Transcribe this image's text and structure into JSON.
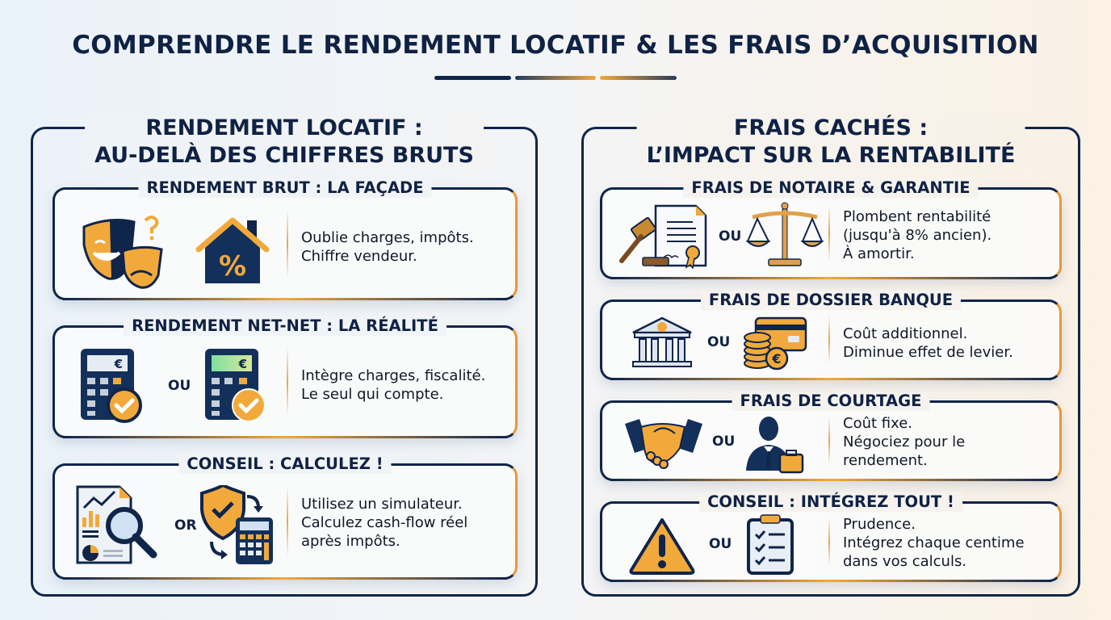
{
  "header": {
    "title": "COMPRENDRE LE RENDEMENT LOCATIF & LES FRAIS D’ACQUISITION"
  },
  "colors": {
    "navy": "#10254a",
    "orange": "#f2a93b",
    "background_left": "#eaf2f9",
    "background_right": "#fbf1e4"
  },
  "left": {
    "title_line1": "RENDEMENT LOCATIF :",
    "title_line2": "AU-DELÀ DES CHIFFRES BRUTS",
    "cards": [
      {
        "title": "RENDEMENT BRUT : LA FAÇADE",
        "icons": [
          "theater-masks-icon",
          "house-percent-icon"
        ],
        "separator": "",
        "lines": [
          "Oublie charges, impôts.",
          "Chiffre vendeur."
        ]
      },
      {
        "title": "RENDEMENT NET-NET : LA RÉALITÉ",
        "icons": [
          "calculator-check-icon",
          "calculator-check-green-icon"
        ],
        "separator": "OU",
        "lines": [
          "Intègre charges, fiscalité.",
          "Le seul qui compte."
        ]
      },
      {
        "title": "CONSEIL : CALCULEZ !",
        "icons": [
          "report-magnifier-icon",
          "shield-calculator-icon"
        ],
        "separator": "OR",
        "lines": [
          "Utilisez un simulateur.",
          "Calculez cash-flow réel",
          "après impôts."
        ]
      }
    ]
  },
  "right": {
    "title_line1": "FRAIS CACHÉS :",
    "title_line2": "L’IMPACT SUR LA RENTABILITÉ",
    "cards": [
      {
        "title": "FRAIS DE NOTAIRE & GARANTIE",
        "icons": [
          "gavel-document-icon",
          "scales-icon"
        ],
        "separator": "OU",
        "lines": [
          "Plombent rentabilité",
          "(jusqu'à 8% ancien).",
          "À amortir."
        ]
      },
      {
        "title": "FRAIS DE DOSSIER BANQUE",
        "icons": [
          "bank-icon",
          "coins-card-icon"
        ],
        "separator": "OU",
        "lines": [
          "Coût additionnel.",
          "Diminue effet de levier."
        ]
      },
      {
        "title": "FRAIS DE COURTAGE",
        "icons": [
          "handshake-icon",
          "broker-briefcase-icon"
        ],
        "separator": "OU",
        "lines": [
          "Coût fixe.",
          "Négociez pour le",
          "rendement."
        ]
      },
      {
        "title": "CONSEIL : INTÉGREZ TOUT !",
        "icons": [
          "warning-icon",
          "checklist-clipboard-icon"
        ],
        "separator": "OU",
        "lines": [
          "Prudence.",
          "Intégrez chaque centime",
          "dans vos calculs."
        ]
      }
    ]
  }
}
